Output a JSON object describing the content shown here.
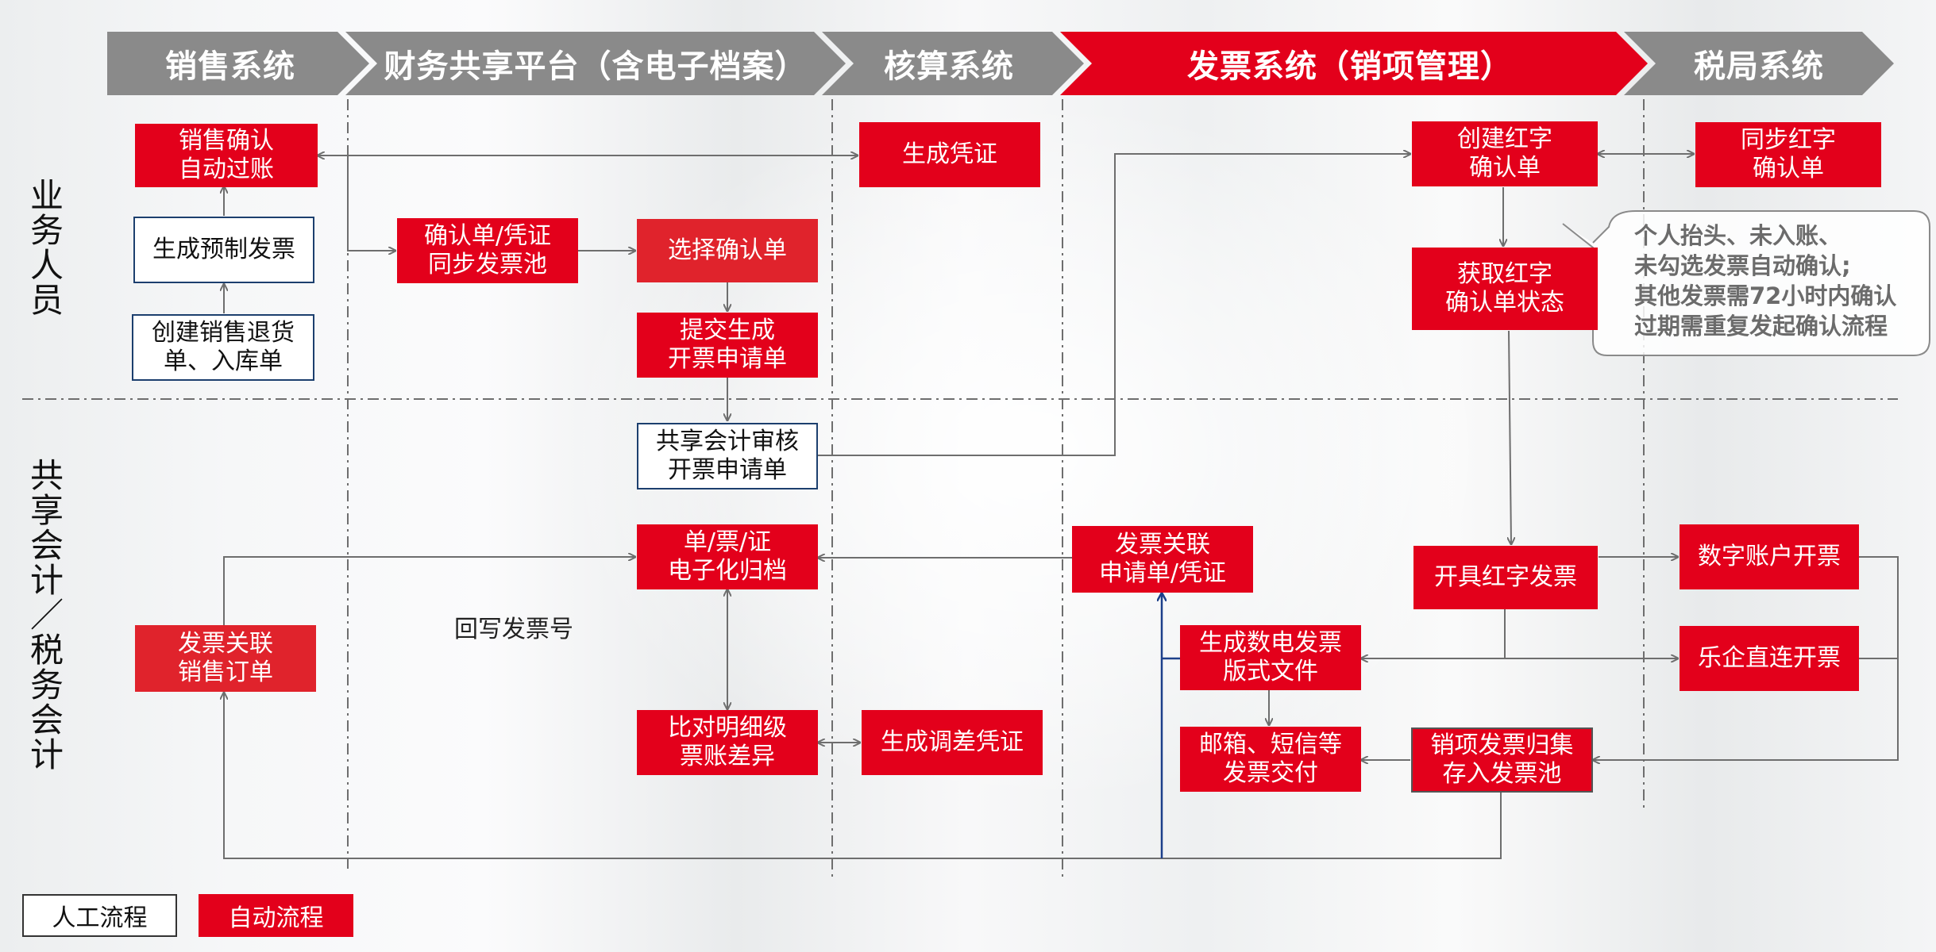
{
  "header": {
    "lanes": [
      "销售系统",
      "财务共享平台（含电子档案）",
      "核算系统",
      "发票系统（销项管理）",
      "税局系统"
    ]
  },
  "roles": {
    "business": "业务人员",
    "accounting": "共享会计／税务会计"
  },
  "boxes": {
    "sales_confirm": "销售确认\n自动过账",
    "gen_prefab_invoice": "生成预制发票",
    "create_return_order": "创建销售退货\n单、入库单",
    "confirm_sync_pool": "确认单/凭证\n同步发票池",
    "select_confirm": "选择确认单",
    "submit_invoice_request": "提交生成\n开票申请单",
    "shared_audit": "共享会计审核\n开票申请单",
    "gen_voucher": "生成凭证",
    "create_red_confirm": "创建红字\n确认单",
    "sync_red_confirm": "同步红字\n确认单",
    "get_red_status": "获取红字\n确认单状态",
    "archive": "单/票/证\n电子化归档",
    "invoice_link_request": "发票关联\n申请单/凭证",
    "issue_red_invoice": "开具红字发票",
    "digital_account": "数字账户开票",
    "invoice_link_order": "发票关联\n销售订单",
    "gen_ofd_file": "生成数电发票\n版式文件",
    "leqi_direct": "乐企直连开票",
    "compare_diff": "比对明细级\n票账差异",
    "gen_adjust_voucher": "生成调差凭证",
    "email_sms_delivery": "邮箱、短信等\n发票交付",
    "collect_pool": "销项发票归集\n存入发票池"
  },
  "note": "个人抬头、未入账、\n未勾选发票自动确认;\n其他发票需72小时内确认\n过期需重复发起确认流程",
  "labels": {
    "write_back": "回写发票号"
  },
  "legend": {
    "manual": "人工流程",
    "auto": "自动流程"
  },
  "colors": {
    "auto_red": "#e3001b",
    "header_gray": "#8a8a8a",
    "header_red": "#e3001b",
    "manual_border": "#1c3f6e",
    "line_gray": "#6e6e6e",
    "line_blue": "#1c3f8a"
  }
}
